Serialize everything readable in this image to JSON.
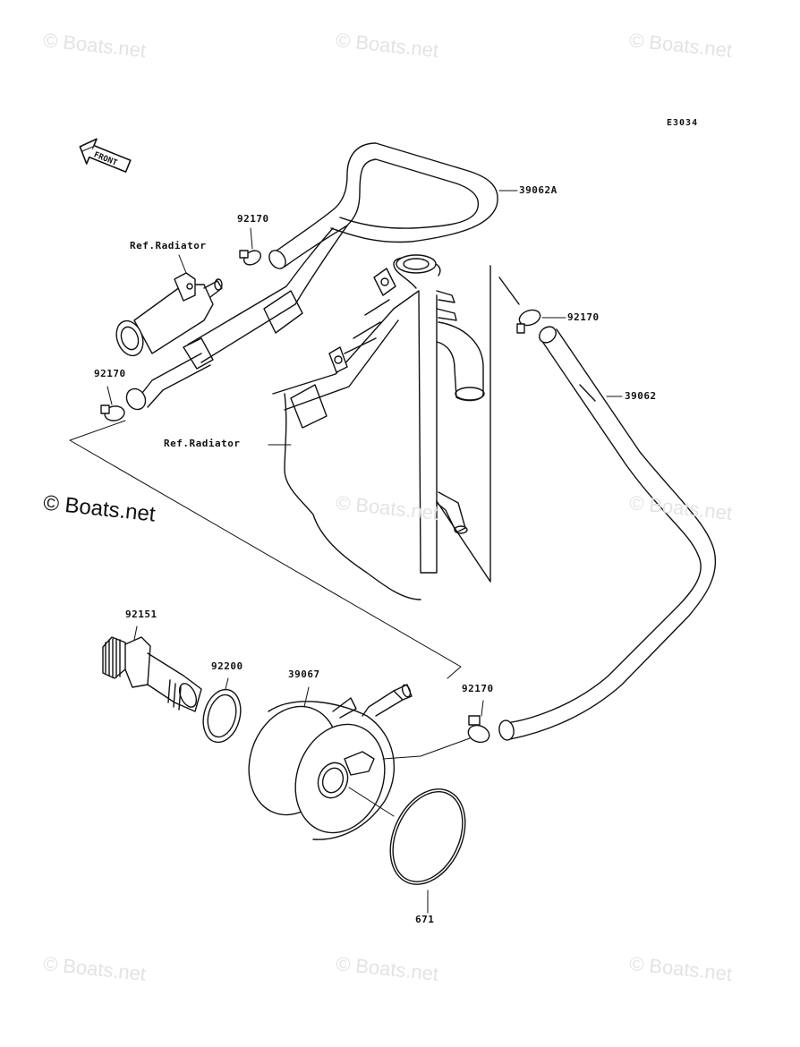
{
  "diagram_code": "E3034",
  "front_label": "FRONT",
  "watermark": "© Boats.net",
  "parts": {
    "p39062A": "39062A",
    "p92170_top": "92170",
    "ref_radiator_top": "Ref.Radiator",
    "p92170_left": "92170",
    "ref_radiator_mid": "Ref.Radiator",
    "p92170_right": "92170",
    "p39062": "39062",
    "p92151": "92151",
    "p92200": "92200",
    "p39067": "39067",
    "p92170_bottom": "92170",
    "p671": "671"
  },
  "colors": {
    "line": "#111111",
    "watermark": "#e3e3e3"
  }
}
